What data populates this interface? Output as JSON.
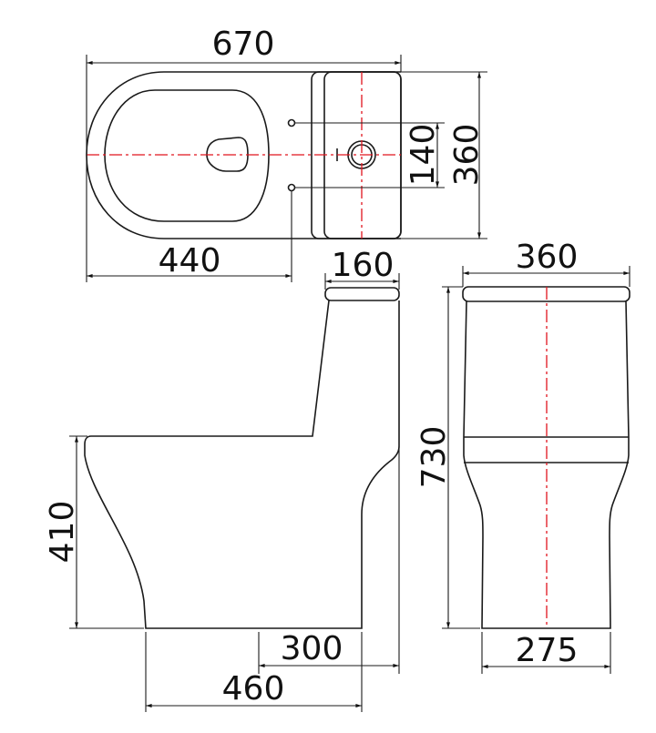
{
  "drawing": {
    "title": "One-piece toilet dimension drawing",
    "units": "mm",
    "colors": {
      "outline": "#1a1a1a",
      "centerline": "#e0141e",
      "background": "#ffffff"
    },
    "views": {
      "top": {
        "overall_length": "670",
        "overall_width": "360",
        "outlet_to_front_hole": "440",
        "tank_depth": "160",
        "mounting_hole_spacing": "140"
      },
      "side": {
        "seat_height": "410",
        "rough_in": "300",
        "base_length": "460"
      },
      "front": {
        "tank_width": "360",
        "total_height": "730",
        "base_width": "275"
      }
    }
  }
}
